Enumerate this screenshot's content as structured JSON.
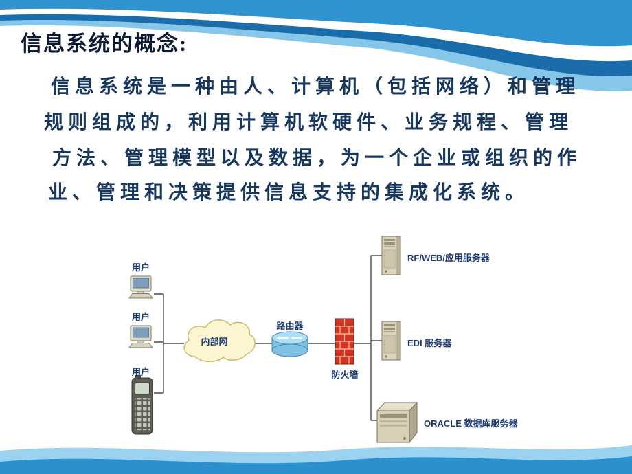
{
  "slide": {
    "title": "信息系统的概念:",
    "body_lines": [
      "信息系统是一种由人、计算机（包括网络）和管理",
      "规则组成的，利用计算机软硬件、业务规程、管理",
      "方法、管理模型以及数据，为一个企业或组织的作",
      "业、管理和决策提供信息支持的集成化系统。"
    ]
  },
  "diagram": {
    "users": {
      "label": "用户"
    },
    "cloud": {
      "label": "内部网"
    },
    "router": {
      "label": "路由器"
    },
    "firewall": {
      "label": "防火墙"
    },
    "servers": [
      {
        "label": "RF/WEB/应用服务器"
      },
      {
        "label": "EDI 服务器"
      },
      {
        "label": "ORACLE 数据库服务器"
      }
    ]
  },
  "colors": {
    "title_text": "#0c1a33",
    "body_text": "#17375e",
    "label_text": "#1c3a6e",
    "wave_blue": "#2e93cf",
    "wave_dark_blue": "#1a6cab",
    "wave_light_blue": "#86c6e9",
    "firewall_red": "#d23420",
    "cloud_fill": "#fbf5d2",
    "router_blue": "#7fc2e4"
  }
}
